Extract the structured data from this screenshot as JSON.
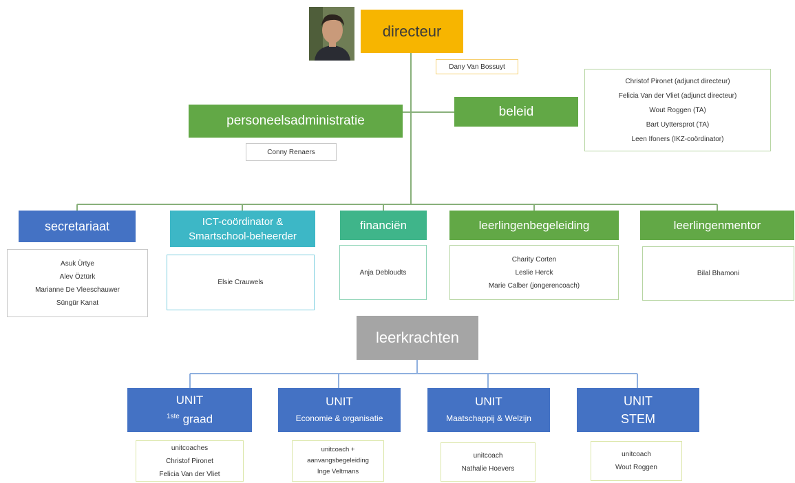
{
  "colors": {
    "orange": "#f7b500",
    "green": "#62a846",
    "blue": "#4472c4",
    "teal": "#3db7c6",
    "seagreen": "#3fb58a",
    "gray": "#a5a5a5",
    "line": "#88b07a",
    "line_blue": "#8fb0df"
  },
  "photo_icon": "person-portrait-photo",
  "director": {
    "label": "directeur",
    "name": "Dany Van Bossuyt"
  },
  "personnel": {
    "label": "personeelsadministratie",
    "name": "Conny Renaers"
  },
  "policy": {
    "label": "beleid",
    "members": [
      "Christof Pironet (adjunct directeur)",
      "Felicia Van der Vliet (adjunct directeur)",
      "Wout Roggen (TA)",
      "Bart Uyttersprot (TA)",
      "Leen Ifoners (IKZ-coördinator)"
    ]
  },
  "departments": [
    {
      "label": "secretariaat",
      "members": [
        "Asuk Ürtye",
        "Alev Öztürk",
        "Marianne De Vleeschauwer",
        "Süngür Kanat"
      ]
    },
    {
      "label_line1": "ICT-coördinator &",
      "label_line2": "Smartschool-beheerder",
      "members": [
        "Elsie Crauwels"
      ]
    },
    {
      "label": "financiën",
      "members": [
        "Anja Debloudts"
      ]
    },
    {
      "label": "leerlingenbegeleiding",
      "members": [
        "Charity Corten",
        "Leslie Herck",
        "Marie Calber (jongerencoach)"
      ]
    },
    {
      "label": "leerlingenmentor",
      "members": [
        "Bilal Bhamoni"
      ]
    }
  ],
  "teachers": {
    "label": "leerkrachten"
  },
  "units": [
    {
      "line1": "UNIT",
      "line2_sup": "1ste",
      "line2": " graad",
      "members": [
        "unitcoaches",
        "Christof Pironet",
        "Felicia Van der Vliet"
      ]
    },
    {
      "line1": "UNIT",
      "line2": "Economie & organisatie",
      "members": [
        "unitcoach +",
        "aanvangsbegeleiding",
        "Inge Veltmans"
      ]
    },
    {
      "line1": "UNIT",
      "line2": "Maatschappij & Welzijn",
      "members": [
        "unitcoach",
        "Nathalie Hoevers"
      ]
    },
    {
      "line1": "UNIT",
      "line2": "STEM",
      "members": [
        "unitcoach",
        "Wout Roggen"
      ]
    }
  ]
}
